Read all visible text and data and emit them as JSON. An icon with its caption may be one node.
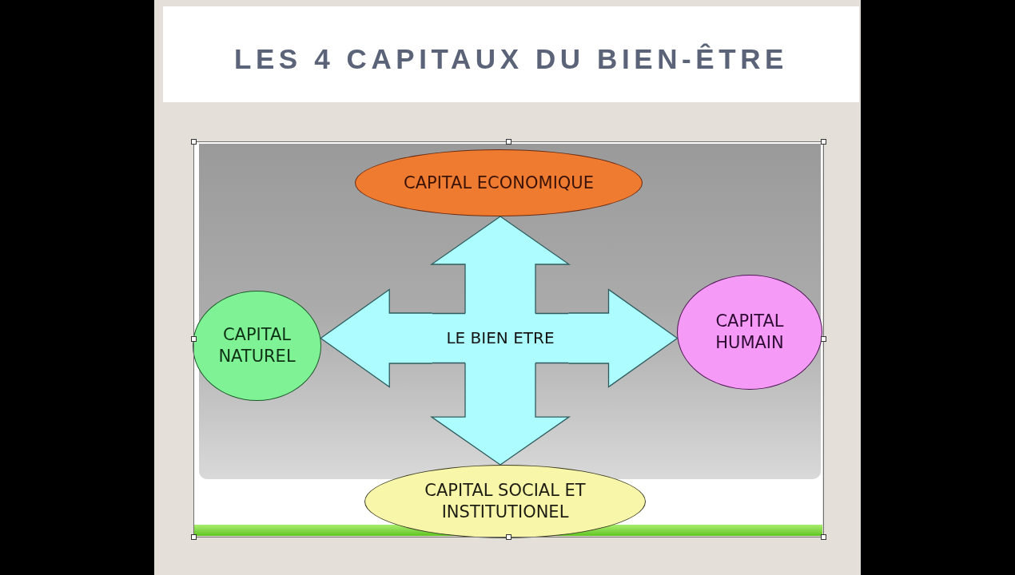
{
  "diagram": {
    "title": "LES 4 CAPITAUX DU BIEN-ÊTRE",
    "nodes": [
      {
        "text": [
          "CAPITAL ECONOMIQUE"
        ]
      },
      {
        "text": [
          "CAPITAL NATUREL"
        ]
      },
      {
        "text": [
          "LE BIEN ETRE"
        ]
      },
      {
        "text": [
          "CAPITAL HUMAIN"
        ]
      },
      {
        "text": [
          "CAPITAL SOCIAL ET INSTITUTIONEL"
        ]
      }
    ],
    "edges": [
      {
        "from": 2,
        "to": 0,
        "arrow": "to"
      },
      {
        "from": 2,
        "to": 1,
        "arrow": "to"
      },
      {
        "from": 2,
        "to": 3,
        "arrow": "to"
      },
      {
        "from": 2,
        "to": 4,
        "arrow": "to"
      }
    ]
  }
}
